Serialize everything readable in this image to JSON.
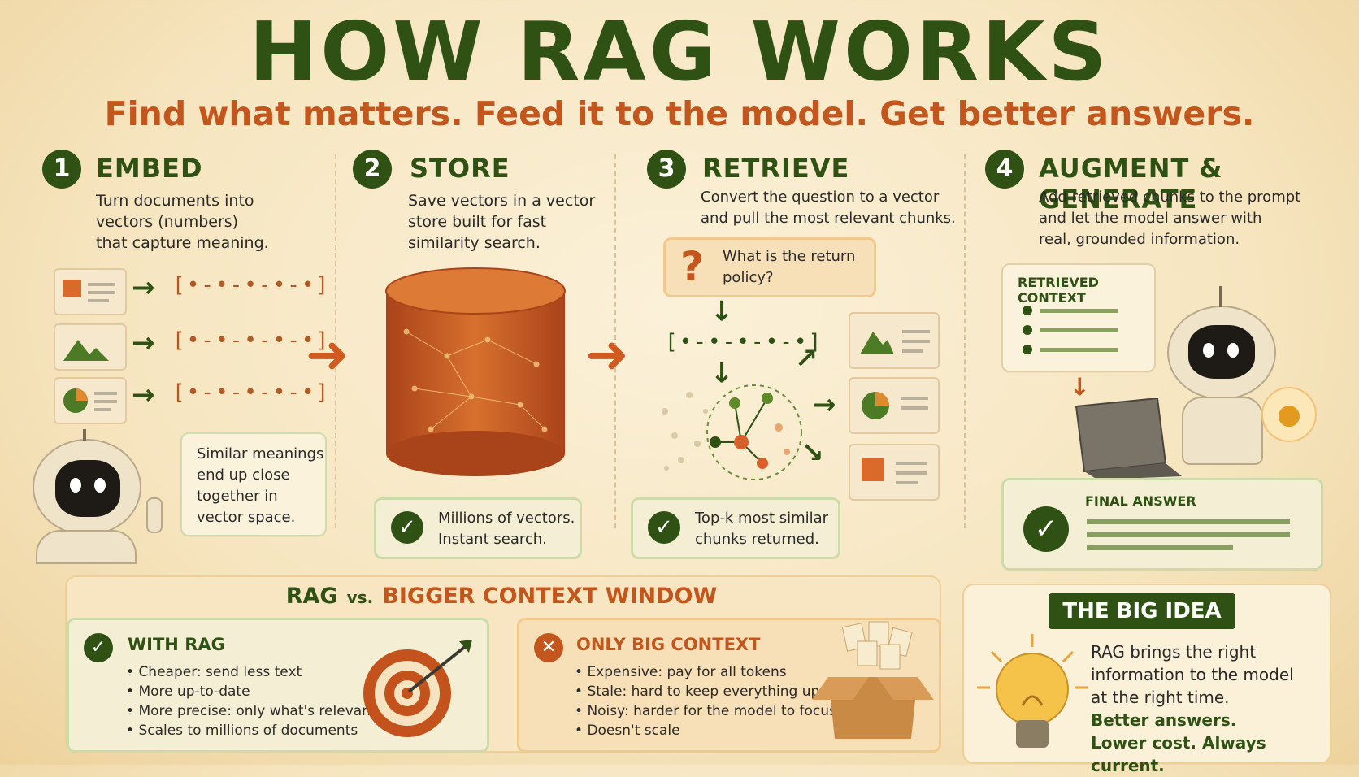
{
  "title": "HOW RAG WORKS",
  "subtitle": "Find what matters. Feed it to the model. Get better answers.",
  "steps": [
    {
      "num": "1",
      "title": "EMBED",
      "desc_lines": [
        "Turn documents into",
        "vectors (numbers)",
        "that capture meaning."
      ]
    },
    {
      "num": "2",
      "title": "STORE",
      "desc_lines": [
        "Save vectors in a vector",
        "store built for fast",
        "similarity search."
      ]
    },
    {
      "num": "3",
      "title": "RETRIEVE",
      "desc_lines": [
        "Convert the question to a vector",
        "and pull the most relevant chunks."
      ]
    },
    {
      "num": "4",
      "title": "AUGMENT & GENERATE",
      "desc_lines": [
        "Add retrieved chunks to the prompt",
        "and let the model answer with",
        "real, grounded information."
      ]
    }
  ],
  "embed": {
    "vector_text": "[•-•-•-•-•]",
    "bubble_lines": [
      "Similar meanings",
      "end up close",
      "together in",
      "vector space."
    ]
  },
  "store": {
    "note_lines": [
      "Millions of vectors.",
      "Instant search."
    ]
  },
  "retrieve": {
    "question_mark": "?",
    "question_lines": [
      "What is the return",
      "policy?"
    ],
    "vector_text": "[•-•-•-•-•]",
    "note_lines": [
      "Top-k most similar",
      "chunks returned."
    ]
  },
  "augment": {
    "retrieved_label": "RETRIEVED CONTEXT",
    "final_label": "FINAL ANSWER"
  },
  "comparison": {
    "title_rag": "RAG",
    "title_vs": "vs.",
    "title_big": "BIGGER CONTEXT WINDOW",
    "with_rag": {
      "heading": "WITH RAG",
      "items": [
        {
          "bold": "Cheaper:",
          "rest": " send less text"
        },
        {
          "bold": "More up-to-date",
          "rest": ""
        },
        {
          "bold": "More precise:",
          "rest": " only what's relevant"
        },
        {
          "bold": "Scales to millions of documents",
          "rest": ""
        }
      ]
    },
    "only_big": {
      "heading": "ONLY BIG CONTEXT",
      "items": [
        {
          "bold": "Expensive:",
          "rest": " pay for all tokens"
        },
        {
          "bold": "Stale:",
          "rest": " hard to keep everything updated"
        },
        {
          "bold": "Noisy:",
          "rest": " harder for the model to focus"
        },
        {
          "bold": "Doesn't scale",
          "rest": ""
        }
      ]
    }
  },
  "big_idea": {
    "banner": "THE BIG IDEA",
    "lines": [
      "RAG brings the right",
      "information to the model",
      "at the right time."
    ],
    "green_lines": [
      "Better answers.",
      "Lower cost. Always current."
    ]
  },
  "colors": {
    "dark_green": "#2f5214",
    "orange": "#c3561c",
    "cream": "#fbf2dc"
  },
  "icons": [
    "check-icon",
    "x-icon",
    "question-icon",
    "target-icon",
    "lightbulb-icon",
    "box-icon",
    "database-icon",
    "laptop-icon",
    "robot-icon"
  ]
}
